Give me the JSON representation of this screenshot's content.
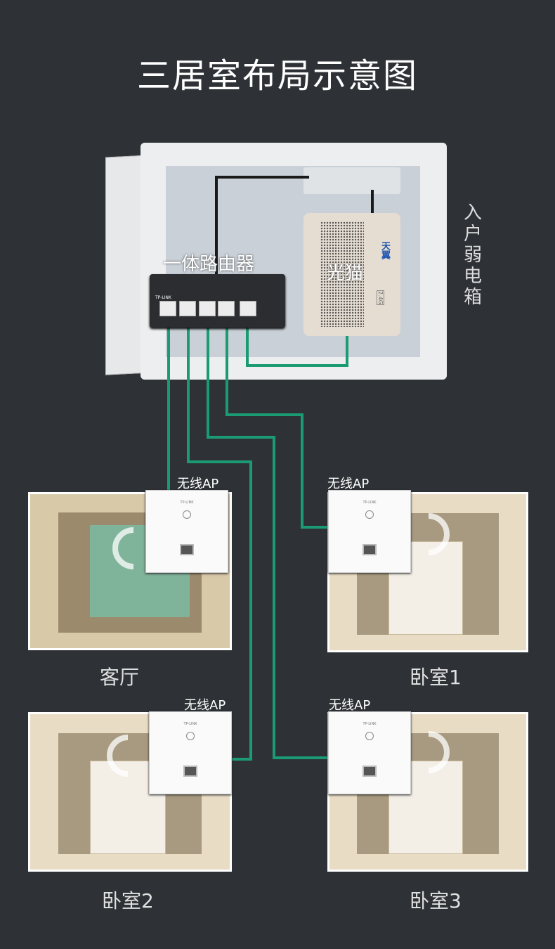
{
  "title": "三居室布局示意图",
  "cabinet": {
    "label": "入户弱电箱",
    "router_label": "一体路由器",
    "modem_label": "光猫",
    "router_brand": "TP-LINK",
    "modem_brand": "天翼",
    "modem_badge": "2.4G"
  },
  "ap_label": "无线AP",
  "ap_brand": "TP-LINK",
  "rooms": [
    {
      "name": "客厅"
    },
    {
      "name": "卧室1"
    },
    {
      "name": "卧室2"
    },
    {
      "name": "卧室3"
    }
  ],
  "colors": {
    "background": "#2e3236",
    "cable": "#1b9b74"
  }
}
